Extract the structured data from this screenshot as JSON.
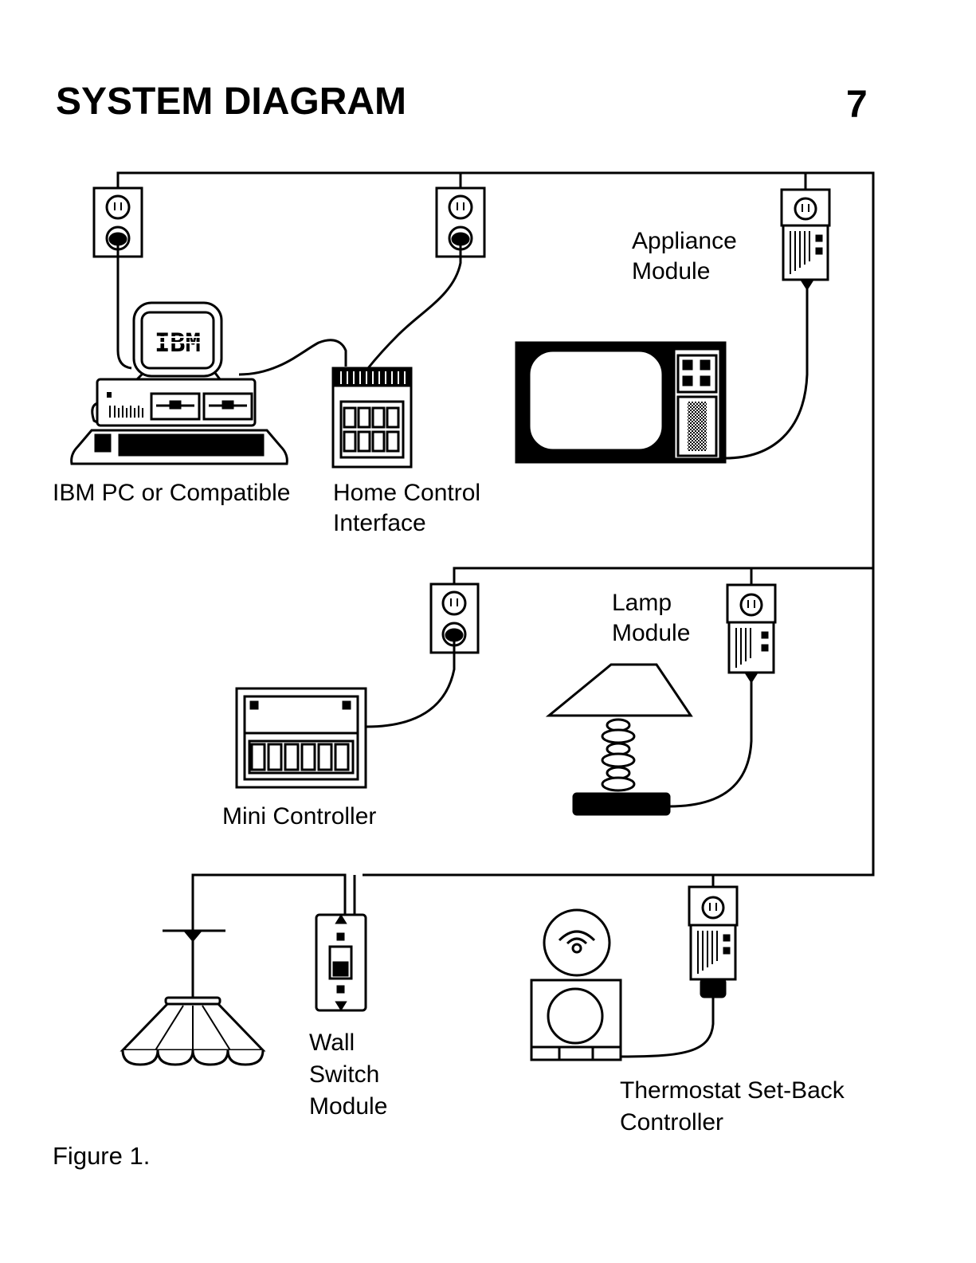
{
  "header": {
    "title": "SYSTEM DIAGRAM",
    "page_number": "7"
  },
  "labels": {
    "ibm_pc": "IBM PC or Compatible",
    "home_control_1": "Home Control",
    "home_control_2": "Interface",
    "appliance_1": "Appliance",
    "appliance_2": "Module",
    "lamp_1": "Lamp",
    "lamp_2": "Module",
    "mini_controller": "Mini Controller",
    "wall_1": "Wall",
    "wall_2": "Switch",
    "wall_3": "Module",
    "thermo_1": "Thermostat Set-Back",
    "thermo_2": "Controller",
    "monitor_text": "IBM"
  },
  "caption": "Figure 1."
}
